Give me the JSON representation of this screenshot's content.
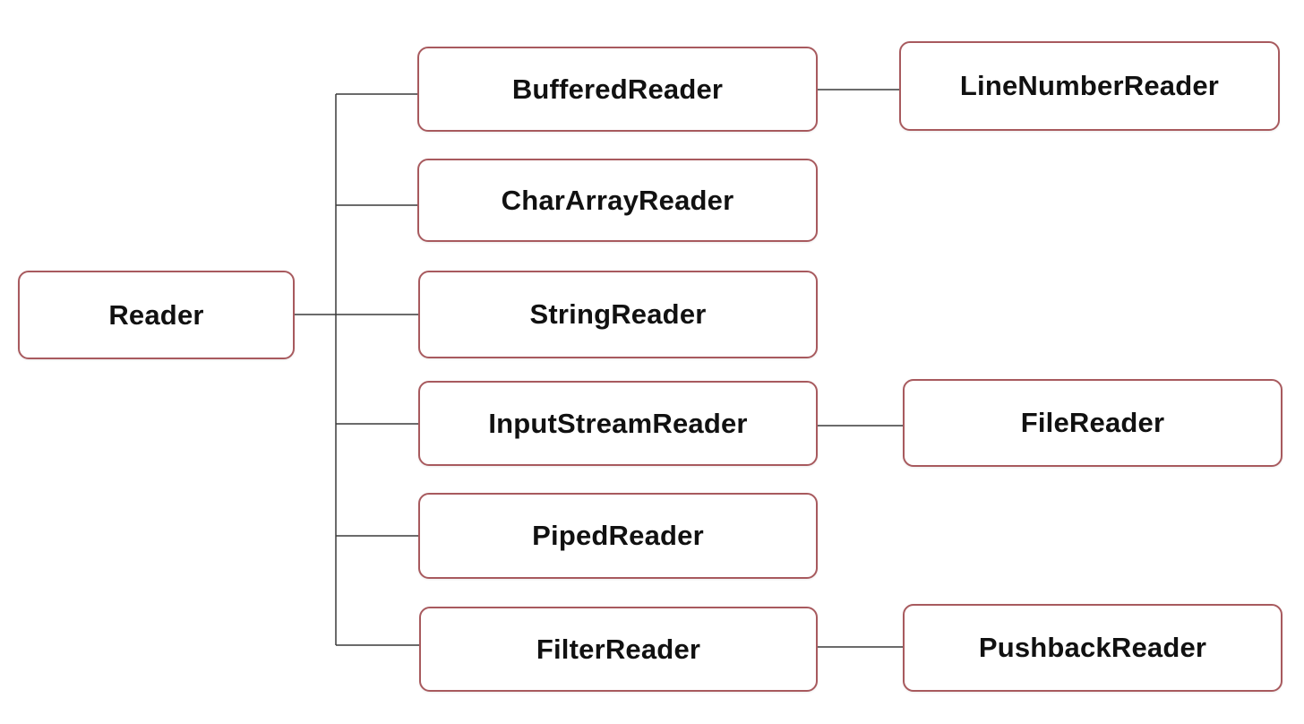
{
  "diagram": {
    "root": {
      "label": "Reader"
    },
    "children": [
      {
        "label": "BufferedReader",
        "subclass": "LineNumberReader"
      },
      {
        "label": "CharArrayReader"
      },
      {
        "label": "StringReader"
      },
      {
        "label": "InputStreamReader",
        "subclass": "FileReader"
      },
      {
        "label": "PipedReader"
      },
      {
        "label": "FilterReader",
        "subclass": "PushbackReader"
      }
    ],
    "colors": {
      "node_border": "#a85a5e",
      "connector": "#3a3a3a",
      "text": "#111111",
      "background": "#ffffff"
    }
  }
}
